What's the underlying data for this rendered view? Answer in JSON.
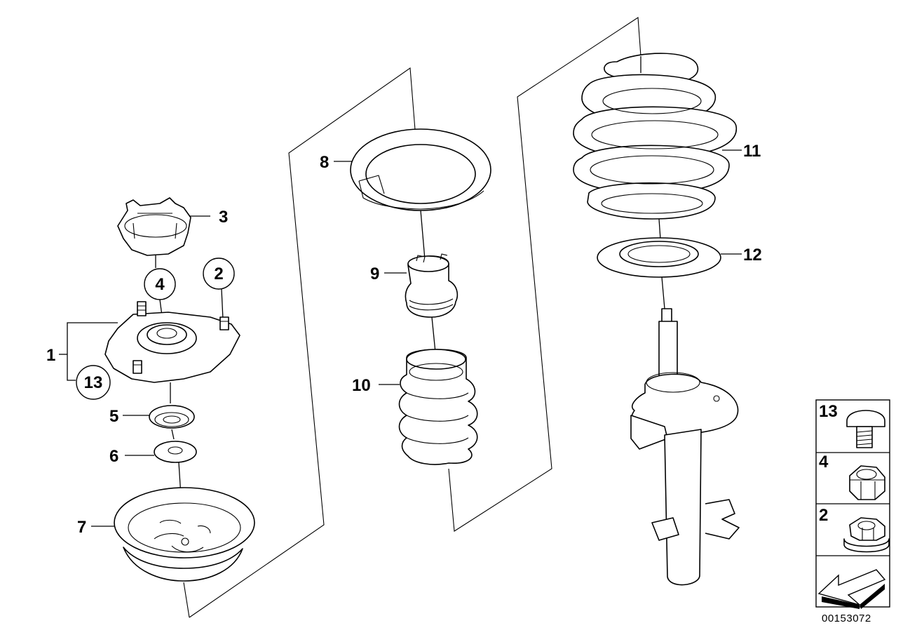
{
  "diagram": {
    "part_labels": {
      "p1": "1",
      "p3": "3",
      "p5": "5",
      "p6": "6",
      "p7": "7",
      "p8": "8",
      "p9": "9",
      "p10": "10",
      "p11": "11",
      "p12": "12"
    },
    "circled_labels": {
      "c4": "4",
      "c2": "2",
      "c13": "13"
    },
    "legend": {
      "items": [
        {
          "number": "13",
          "icon": "carriage-bolt-icon"
        },
        {
          "number": "4",
          "icon": "self-locking-nut-icon"
        },
        {
          "number": "2",
          "icon": "flange-nut-icon"
        }
      ],
      "direction_icon": "direction-arrow-icon"
    },
    "drawing_code": "00153072"
  }
}
